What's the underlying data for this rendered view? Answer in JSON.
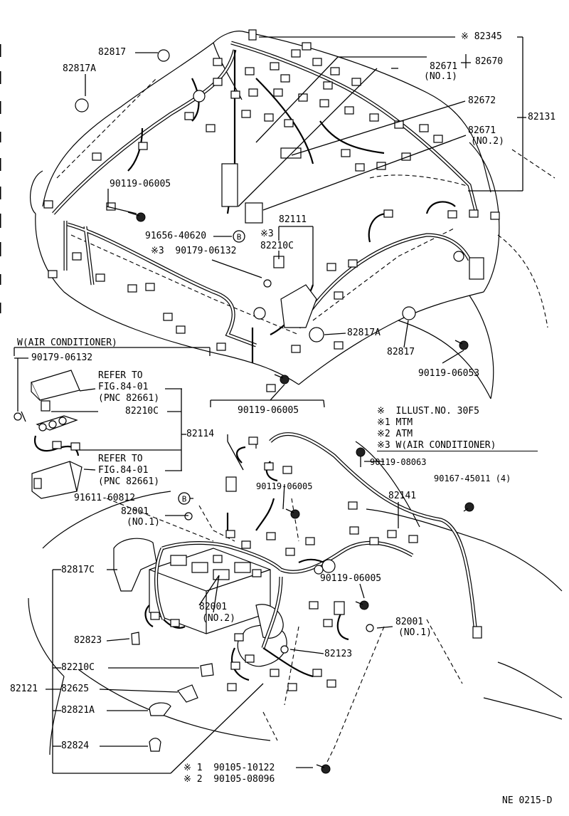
{
  "figure_id": "NE 0215-D",
  "notes": {
    "title_line": "※  ILLUST.NO. 30F5",
    "items": [
      "※1 MTM",
      "※2 ATM",
      "※3 W(AIR CONDITIONER)"
    ]
  },
  "inset": {
    "title": "W(AIR CONDITIONER)",
    "part_90179": "90179-06132",
    "refer_top": [
      "REFER TO",
      "FIG.84-01",
      "(PNC 82661)"
    ],
    "part_82210c": "82210C",
    "refer_bottom": [
      "REFER TO",
      "FIG.84-01",
      "(PNC 82661)"
    ],
    "group": "82114"
  },
  "callouts": {
    "p82345": "※ 82345",
    "p82670": "82670",
    "p82671_1": [
      "82671",
      "(NO.1)"
    ],
    "p82672": "82672",
    "p82131": "82131",
    "p82671_2": [
      "82671",
      "(NO.2)"
    ],
    "p82817_top": "82817",
    "p82817a_top": "82817A",
    "p90119_06005_a": "90119-06005",
    "p91656": "91656-40620",
    "p90179_main": "※3  90179-06132",
    "p82111": "82111",
    "p3_mark": "※3",
    "p82210c_main": "82210C",
    "p82817a_mid": "82817A",
    "p82817_mid": "82817",
    "p90119_06053": "90119-06053",
    "p90119_06005_b": "90119-06005",
    "p90119_08063": "90119-08063",
    "p90167": "90167-45011 (4)",
    "p90119_06005_c": "90119-06005",
    "p82141": "82141",
    "p91611": "91611-60812",
    "p82001_1a": [
      "82001",
      "(NO.1)"
    ],
    "p82817c": "82817C",
    "p90119_06005_d": "90119-06005",
    "p82001_2": [
      "82001",
      "(NO.2)"
    ],
    "p82001_1b": [
      "82001",
      "(NO.1)"
    ],
    "p82823": "82823",
    "p82123": "82123",
    "p82210c_low": "82210C",
    "p82121": "82121",
    "p82625": "82625",
    "p82821a": "82821A",
    "p82824": "82824",
    "p90105_1": "※ 1  90105-10122",
    "p90105_2": "※ 2  90105-08096"
  },
  "badges": {
    "b": "B"
  },
  "colors": {
    "ink": "#000000",
    "paper": "#ffffff"
  }
}
